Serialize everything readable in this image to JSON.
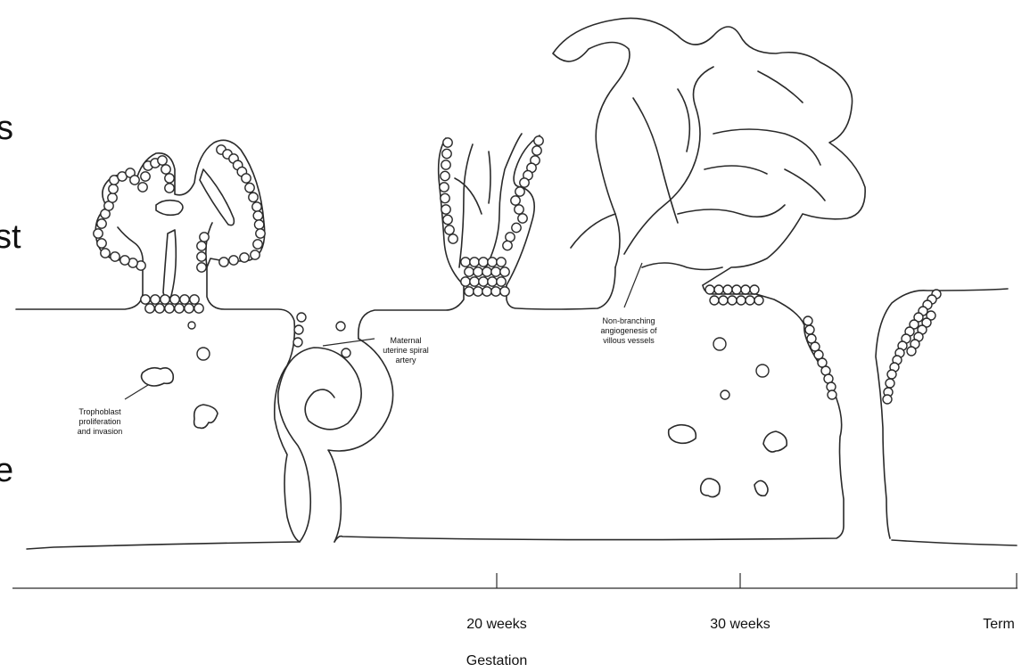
{
  "labels": {
    "trophoblast": [
      "Trophoblast",
      "proliferation",
      "and invasion"
    ],
    "maternal": [
      "Maternal",
      "uterine spiral",
      "artery"
    ],
    "angiogenesis": [
      "Non-branching",
      "angiogenesis of",
      "villous vessels"
    ]
  },
  "axis": {
    "ticks": [
      "20 weeks",
      "30 weeks",
      "Term"
    ],
    "title": "Gestation"
  },
  "edge_fragments": [
    "s",
    "st",
    "e"
  ]
}
